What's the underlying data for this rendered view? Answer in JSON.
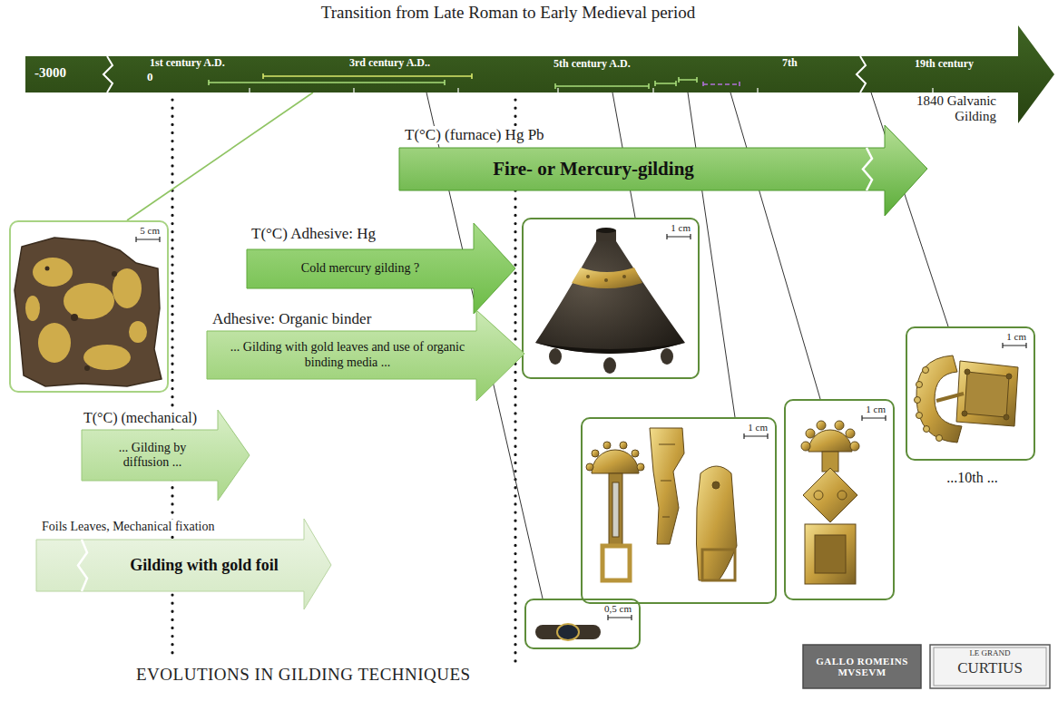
{
  "diagram": {
    "title": "Transition from Late Roman to Early Medieval period",
    "caption": "EVOLUTIONS IN GILDING TECHNIQUES",
    "nodes": [
      {
        "text": [
          "-3000",
          "1st century A.D.",
          "0",
          "3rd century A.D..",
          "5th century A.D.",
          "7th",
          "19th century"
        ]
      },
      {
        "text": [
          "T(°C) (furnace) Hg Pb",
          "Fire- or Mercury-gilding"
        ]
      },
      {
        "text": [
          "5 cm"
        ]
      },
      {
        "text": [
          "T(°C) Adhesive: Hg",
          "Cold mercury gilding ?"
        ]
      },
      {
        "text": [
          "1 cm"
        ]
      },
      {
        "text": [
          "Adhesive: Organic binder",
          "... Gilding with gold leaves and use of organic binding media ..."
        ]
      },
      {
        "text": [
          "1 cm",
          "...10th ..."
        ]
      },
      {
        "text": [
          "1 cm"
        ]
      },
      {
        "text": [
          "1 cm"
        ]
      },
      {
        "text": [
          "T(°C) (mechanical)",
          "... Gilding by diffusion ..."
        ]
      },
      {
        "text": [
          "Foils Leaves, Mechanical fixation",
          "Gilding with gold foil"
        ]
      },
      {
        "text": [
          "0,5 cm"
        ]
      }
    ],
    "edges": [
      {
        "from": 0,
        "to": 2,
        "arrow": "none"
      },
      {
        "from": 0,
        "to": 11,
        "arrow": "none"
      },
      {
        "from": 0,
        "to": 4,
        "arrow": "none"
      },
      {
        "from": 0,
        "to": 7,
        "arrow": "none"
      },
      {
        "from": 0,
        "to": 8,
        "arrow": "none"
      },
      {
        "from": 0,
        "to": 6,
        "arrow": "none"
      }
    ],
    "labels": [
      "1840 Galvanic Gilding",
      "GALLO ROMEINS MVSEVM",
      "LE GRAND",
      "CURTIUS"
    ]
  }
}
